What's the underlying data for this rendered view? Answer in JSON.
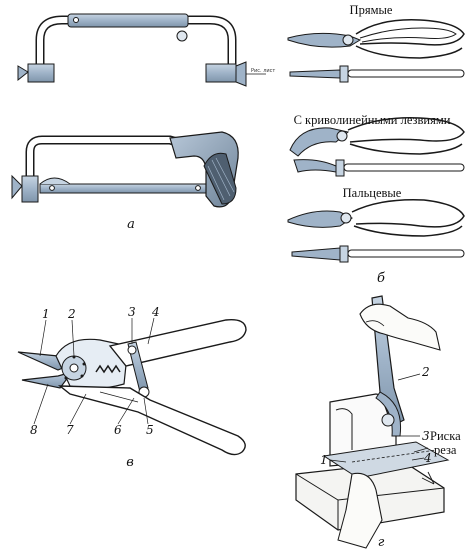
{
  "panel_a": {
    "caption": "а",
    "scale_tiny": "Рис. лист"
  },
  "panel_b": {
    "caption": "б",
    "titles": [
      "Прямые",
      "С криволинейными лезвиями",
      "Пальцевые"
    ]
  },
  "panel_v": {
    "caption": "в",
    "numbers": [
      "1",
      "2",
      "3",
      "4",
      "5",
      "6",
      "7",
      "8"
    ]
  },
  "panel_g": {
    "caption": "г",
    "numbers": [
      "1",
      "2",
      "3",
      "4"
    ],
    "label_line1": "Риска",
    "label_line2": "реза"
  },
  "colors": {
    "ink": "#1a1a1a",
    "steel": "#9fb3c8",
    "steel_dark": "#6f8499",
    "bone": "#e9e0d0",
    "skin": "#f3f0ea"
  }
}
